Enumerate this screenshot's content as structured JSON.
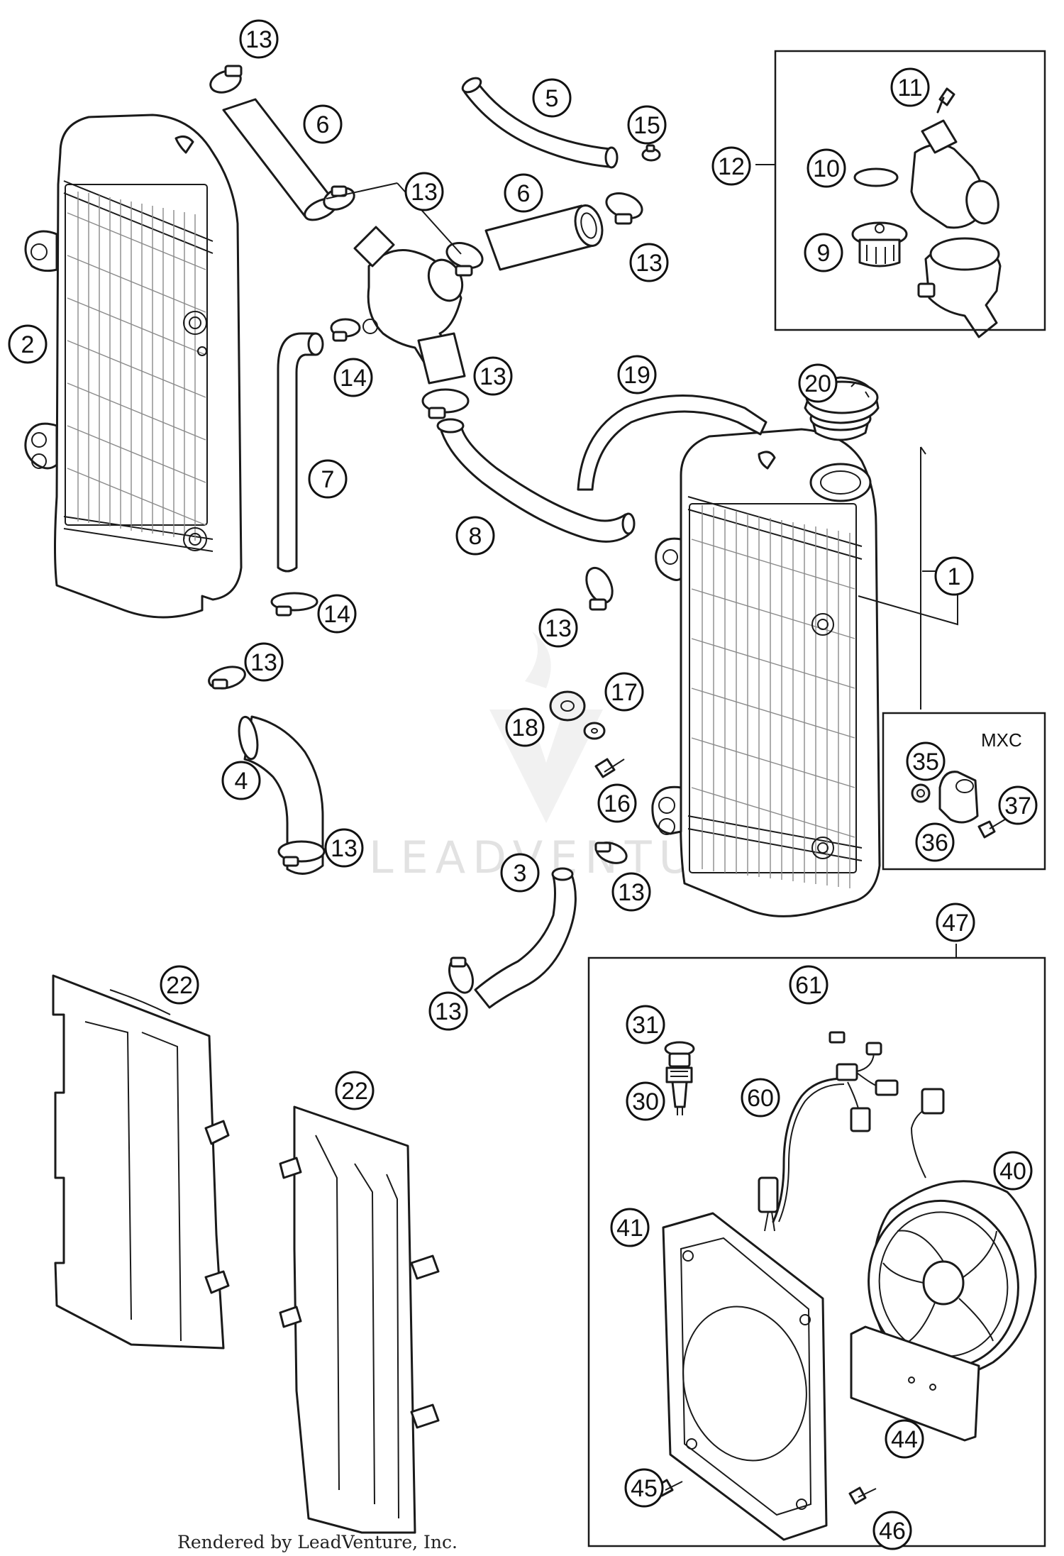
{
  "diagram": {
    "callouts": [
      {
        "label": "13"
      },
      {
        "label": "6"
      },
      {
        "label": "5"
      },
      {
        "label": "15"
      },
      {
        "label": "11"
      },
      {
        "label": "10"
      },
      {
        "label": "12"
      },
      {
        "label": "9"
      },
      {
        "label": "13"
      },
      {
        "label": "6"
      },
      {
        "label": "13"
      },
      {
        "label": "2"
      },
      {
        "label": "14"
      },
      {
        "label": "13"
      },
      {
        "label": "19"
      },
      {
        "label": "20"
      },
      {
        "label": "7"
      },
      {
        "label": "8"
      },
      {
        "label": "1"
      },
      {
        "label": "14"
      },
      {
        "label": "13"
      },
      {
        "label": "13"
      },
      {
        "label": "17"
      },
      {
        "label": "18"
      },
      {
        "label": "4"
      },
      {
        "label": "16"
      },
      {
        "label": "35"
      },
      {
        "label": "37"
      },
      {
        "label": "36"
      },
      {
        "label": "13"
      },
      {
        "label": "3"
      },
      {
        "label": "13"
      },
      {
        "label": "47"
      },
      {
        "label": "22"
      },
      {
        "label": "61"
      },
      {
        "label": "13"
      },
      {
        "label": "31"
      },
      {
        "label": "22"
      },
      {
        "label": "30"
      },
      {
        "label": "60"
      },
      {
        "label": "40"
      },
      {
        "label": "41"
      },
      {
        "label": "44"
      },
      {
        "label": "45"
      },
      {
        "label": "46"
      }
    ],
    "mxc_label": "MXC",
    "watermark": "LEADVENTURE",
    "credit": "Rendered by LeadVenture, Inc."
  }
}
